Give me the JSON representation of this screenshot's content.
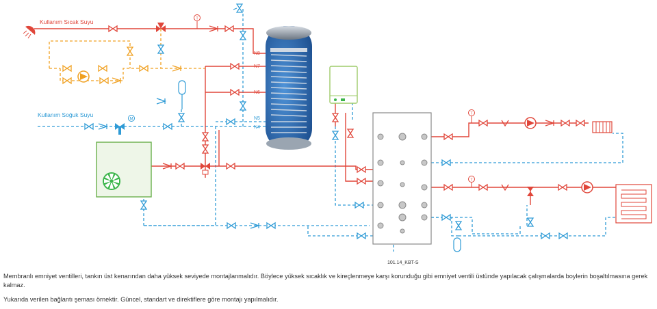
{
  "labels": {
    "hot_water": "Kullanım Sıcak Suyu",
    "cold_water": "Kullanım Soğuk Suyu",
    "n8": "N8",
    "n7": "N7",
    "n6": "N6",
    "n5": "N5",
    "n4": "N4",
    "buffer_code": "101.14_KBT-S",
    "thermometer_mark": "T",
    "mixer_mark": "M"
  },
  "notes": {
    "note1": "Membranlı emniyet ventilleri, tankın üst kenarından daha yüksek seviyede montajlanmalıdır. Böylece yüksek sıcaklık ve kireçlenmeye karşı korunduğu gibi emniyet ventili üstünde yapılacak çalışmalarda boylerin boşaltılmasına gerek kalmaz.",
    "note2": "Yukarıda verilen bağlantı şeması örnektir. Güncel, standart ve direktiflere göre montajı yapılmalıdır."
  },
  "colors": {
    "hot": "#e0463a",
    "cold": "#2f9bd6",
    "orange": "#f0a020",
    "valve_fill": "#ffffff",
    "heatpump_border": "#6ab04c",
    "fan": "#3bb54a",
    "tank_blue": "#2f6fb8",
    "tank_dark": "#1d4f8f",
    "boiler_border": "#9ecb6a",
    "text": "#333333"
  },
  "icons": [
    "shower-icon",
    "thermometer-icon",
    "pump-icon",
    "valve-icon",
    "check-valve-icon",
    "expansion-vessel-icon",
    "fan-icon",
    "radiator-icon",
    "floor-heating-icon",
    "mixing-valve-icon",
    "safety-valve-icon"
  ]
}
